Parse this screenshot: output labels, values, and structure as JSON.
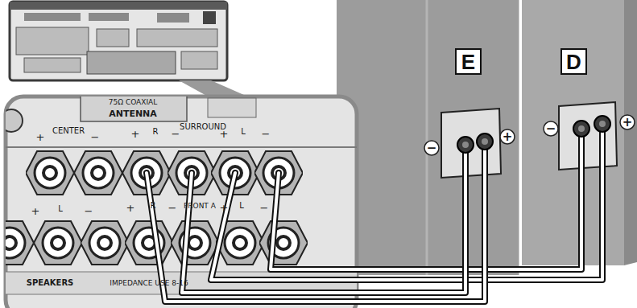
{
  "diagram": {
    "nodes": [
      {
        "text": [
          "E"
        ]
      },
      {
        "text": [
          "D"
        ]
      }
    ],
    "labels": [
      "75Ω COAXIAL",
      "ANTENNA",
      "CENTER",
      "+",
      "−",
      "+",
      "R",
      "−",
      "SURROUND",
      "+",
      "L",
      "−",
      "+",
      "L",
      "−",
      "+",
      "R",
      "−",
      "FRONT A",
      "+",
      "L",
      "−",
      "SPEAKERS",
      "IMPEDANCE USE 8-16",
      "−",
      "+",
      "−",
      "+"
    ]
  }
}
